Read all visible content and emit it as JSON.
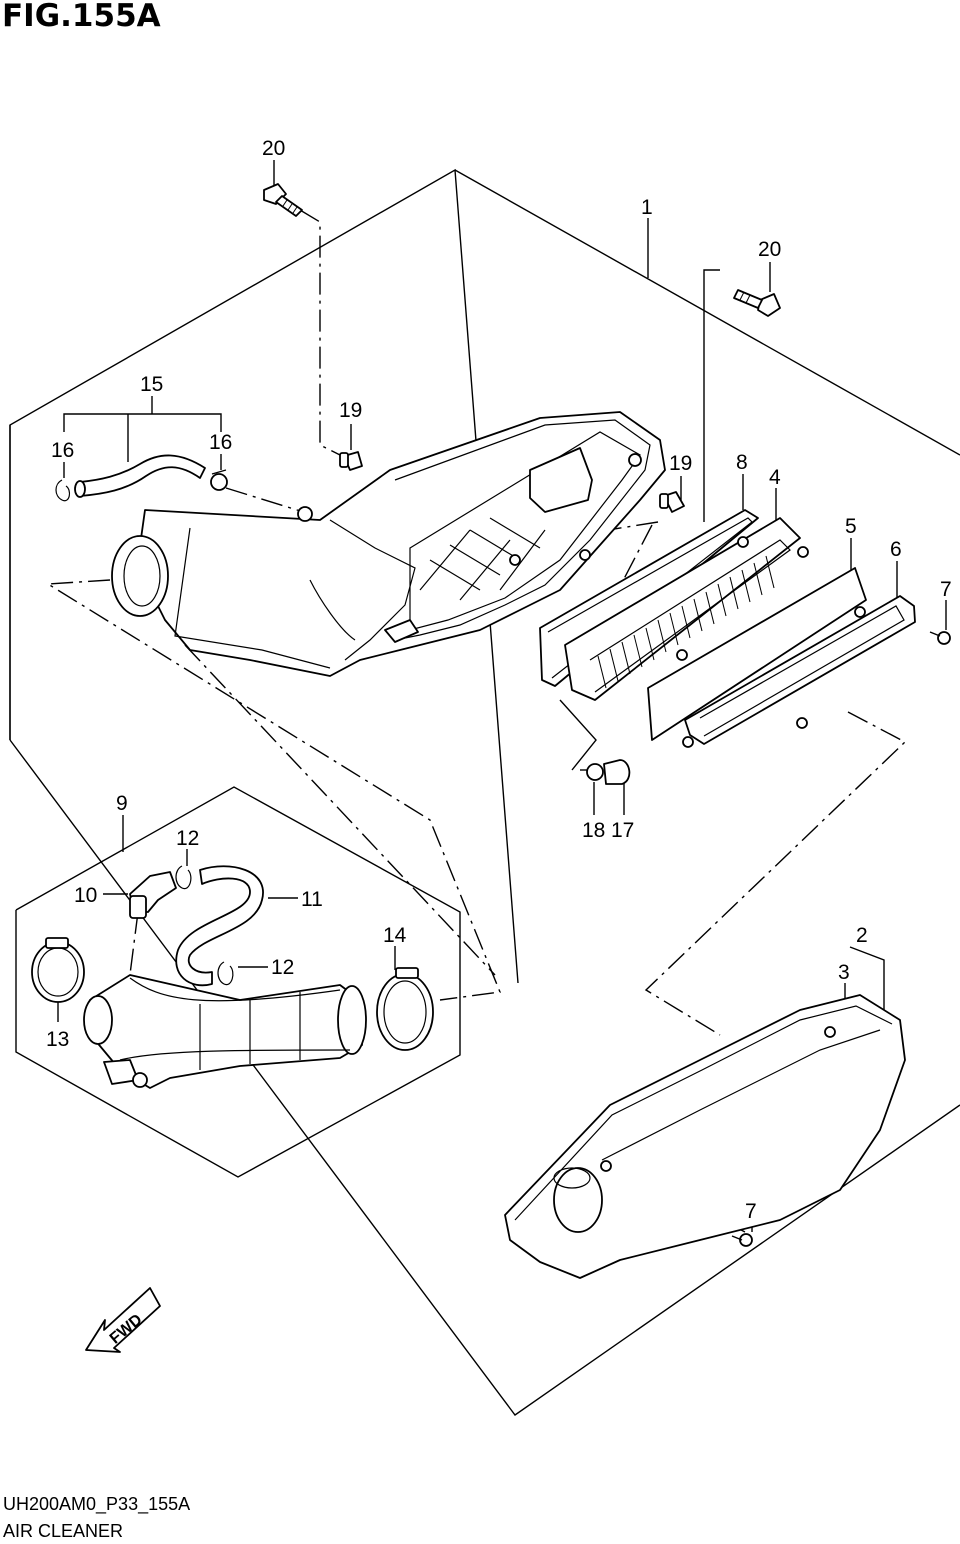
{
  "figure": {
    "title": "FIG.155A"
  },
  "footer": {
    "code": "UH200AM0_P33_155A",
    "name": "AIR CLEANER"
  },
  "fwd_label": "FWD",
  "callouts": [
    {
      "id": "c20a",
      "text": "20"
    },
    {
      "id": "c1",
      "text": "1"
    },
    {
      "id": "c20b",
      "text": "20"
    },
    {
      "id": "c15",
      "text": "15"
    },
    {
      "id": "c19a",
      "text": "19"
    },
    {
      "id": "c16a",
      "text": "16"
    },
    {
      "id": "c16b",
      "text": "16"
    },
    {
      "id": "c19b",
      "text": "19"
    },
    {
      "id": "c8",
      "text": "8"
    },
    {
      "id": "c4",
      "text": "4"
    },
    {
      "id": "c5",
      "text": "5"
    },
    {
      "id": "c6",
      "text": "6"
    },
    {
      "id": "c7a",
      "text": "7"
    },
    {
      "id": "c9",
      "text": "9"
    },
    {
      "id": "c18",
      "text": "18"
    },
    {
      "id": "c17",
      "text": "17"
    },
    {
      "id": "c12a",
      "text": "12"
    },
    {
      "id": "c10",
      "text": "10"
    },
    {
      "id": "c11",
      "text": "11"
    },
    {
      "id": "c14",
      "text": "14"
    },
    {
      "id": "c12b",
      "text": "12"
    },
    {
      "id": "c2",
      "text": "2"
    },
    {
      "id": "c3",
      "text": "3"
    },
    {
      "id": "c13",
      "text": "13"
    },
    {
      "id": "c7b",
      "text": "7"
    }
  ]
}
